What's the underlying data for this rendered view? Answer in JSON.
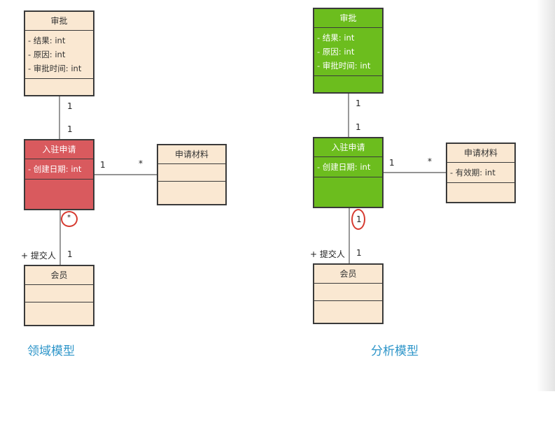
{
  "left": {
    "approval": {
      "name": "审批",
      "attrs": [
        "- 结果: int",
        "- 原因: int",
        "- 审批时间: int"
      ]
    },
    "entry": {
      "name": "入驻申请",
      "attrs": [
        "- 创建日期: int"
      ]
    },
    "material": {
      "name": "申请材料",
      "attrs": []
    },
    "member": {
      "name": "会员",
      "attrs": []
    },
    "mult_approval": "1",
    "mult_entry_top": "1",
    "mult_entry_right": "1",
    "mult_material": "*",
    "mult_entry_bottom": "*",
    "role_submitter": "+ 提交人",
    "mult_member": "1",
    "caption": "领域模型"
  },
  "right": {
    "approval": {
      "name": "审批",
      "attrs": [
        "- 结果: int",
        "- 原因: int",
        "- 审批时间: int"
      ]
    },
    "entry": {
      "name": "入驻申请",
      "attrs": [
        "- 创建日期: int"
      ]
    },
    "material": {
      "name": "申请材料",
      "attrs": [
        "- 有效期: int"
      ]
    },
    "member": {
      "name": "会员",
      "attrs": []
    },
    "mult_approval": "1",
    "mult_entry_top": "1",
    "mult_entry_right": "1",
    "mult_material": "*",
    "mult_entry_bottom": "1",
    "role_submitter": "+ 提交人",
    "mult_member": "1",
    "caption": "分析模型"
  },
  "colors": {
    "class_fill": "#fae8d2",
    "highlight_red": "#d95a5e",
    "highlight_green": "#6cbd1e",
    "annotation_circle": "#d63a30",
    "caption": "#2d95c9"
  }
}
